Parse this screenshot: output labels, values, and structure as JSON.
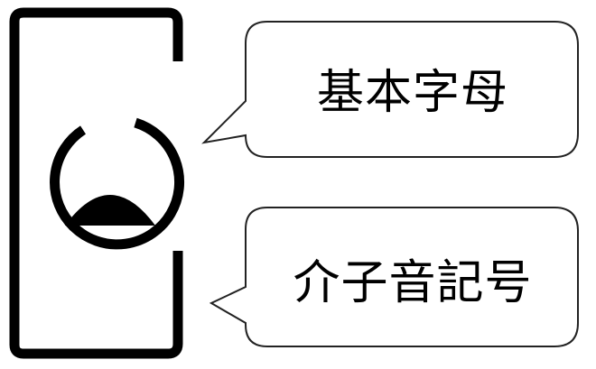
{
  "figure": {
    "glyph_icon": "hangul-letter-ieung-with-breve-in-brackets",
    "ink_color": "#000000",
    "bubble_fill": "#ffffff",
    "bubble_stroke": "#222222"
  },
  "callouts": {
    "top_label": "基本字母",
    "bottom_label": "介子音記号"
  }
}
